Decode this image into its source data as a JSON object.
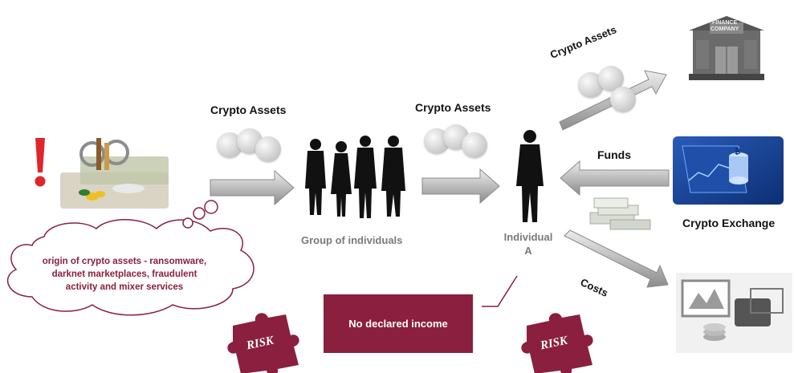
{
  "diagram": {
    "labels": {
      "crypto_assets_1": "Crypto Assets",
      "crypto_assets_2": "Crypto Assets",
      "crypto_assets_3": "Crypto Assets",
      "group": "Group of individuals",
      "individual_line1": "Individual",
      "individual_line2": "A",
      "funds": "Funds",
      "crypto_exchange": "Crypto Exchange",
      "costs": "Costs",
      "no_income": "No declared income",
      "finance_company_line1": "FINANCE",
      "finance_company_line2": "COMPANY",
      "risk_1": "RISK",
      "risk_2": "RISK"
    },
    "cloud": {
      "line1": "origin of crypto assets - ransomware,",
      "line2": "darknet marketplaces, fraudulent",
      "line3": "activity and mixer services"
    },
    "colors": {
      "accent": "#8a1f3f",
      "alert": "#e0262b",
      "arrow": "#9a9a9a",
      "label_gray": "#7a7a7a"
    }
  }
}
